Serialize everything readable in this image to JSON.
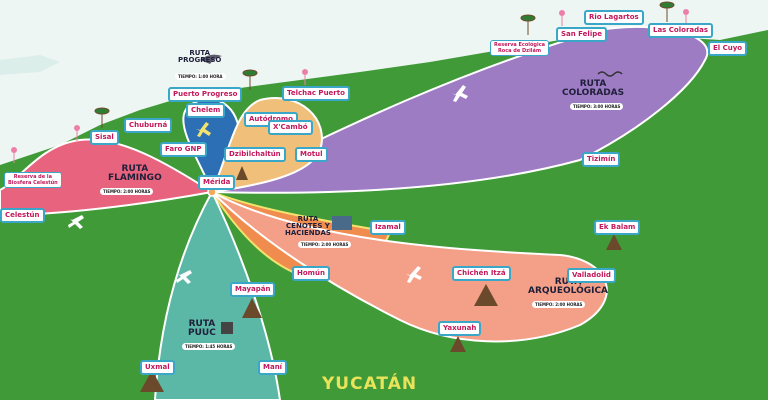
{
  "state_label": "YUCATÁN",
  "colors": {
    "land": "#3f9a37",
    "sea": "#eef6f4",
    "route_coloradas": "#9d7cc4",
    "route_flamingo": "#e8647e",
    "route_puuc": "#5cb8a6",
    "route_cenotes": "#ef8c4e",
    "route_arqueologica": "#f4a088",
    "route_progreso": "#2c6fb5",
    "label_border": "#3aa7c9",
    "label_text": "#c2185b"
  },
  "routes": {
    "progreso": {
      "title": "RUTA\nPROGRESO",
      "time": "TIEMPO: 1:00 HORA"
    },
    "coloradas": {
      "title": "RUTA\nCOLORADAS",
      "time": "TIEMPO: 3:00 HORAS"
    },
    "flamingo": {
      "title": "RUTA\nFLAMINGO",
      "time": "TIEMPO: 2:00 HORAS"
    },
    "cenotes": {
      "title": "RUTA\nCENOTES Y\nHACIENDAS",
      "time": "TIEMPO: 2:00 HORAS"
    },
    "arqueologica": {
      "title": "RUTA\nARQUEOLÓGICA",
      "time": "TIEMPO: 2:00 HORAS"
    },
    "puuc": {
      "title": "RUTA\nPUUC",
      "time": "TIEMPO: 1:45 HORAS"
    }
  },
  "places": {
    "rio_lagartos": "Rio Lagartos",
    "reserva_ria": "Reserva Ecológica\nRoca de Dzilám",
    "san_felipe": "San Felipe",
    "las_coloradas": "Las Coloradas",
    "el_cuyo": "El Cuyo",
    "telchac": "Telchac Puerto",
    "puerto_progreso": "Puerto Progreso",
    "chelem": "Chelem",
    "chuburna": "Chuburná",
    "sisal": "Sisal",
    "autodromo": "Autódromo",
    "xcambo": "X'Cambó",
    "faro_gnp": "Faro GNP",
    "dzibilchaltun": "Dzibilchaltún",
    "motul": "Motul",
    "tizimin": "Tizimín",
    "reserva_celestun": "Reserva de la\nBiosfera Celestún",
    "celestun": "Celestún",
    "merida": "Mérida",
    "izamal": "Izamal",
    "ek_balam": "Ek Balam",
    "homun": "Homún",
    "chichen_itza": "Chichén Itzá",
    "valladolid": "Valladolid",
    "mayapan": "Mayapán",
    "yaxunah": "Yaxunah",
    "uxmal": "Uxmal",
    "mani": "Maní"
  }
}
